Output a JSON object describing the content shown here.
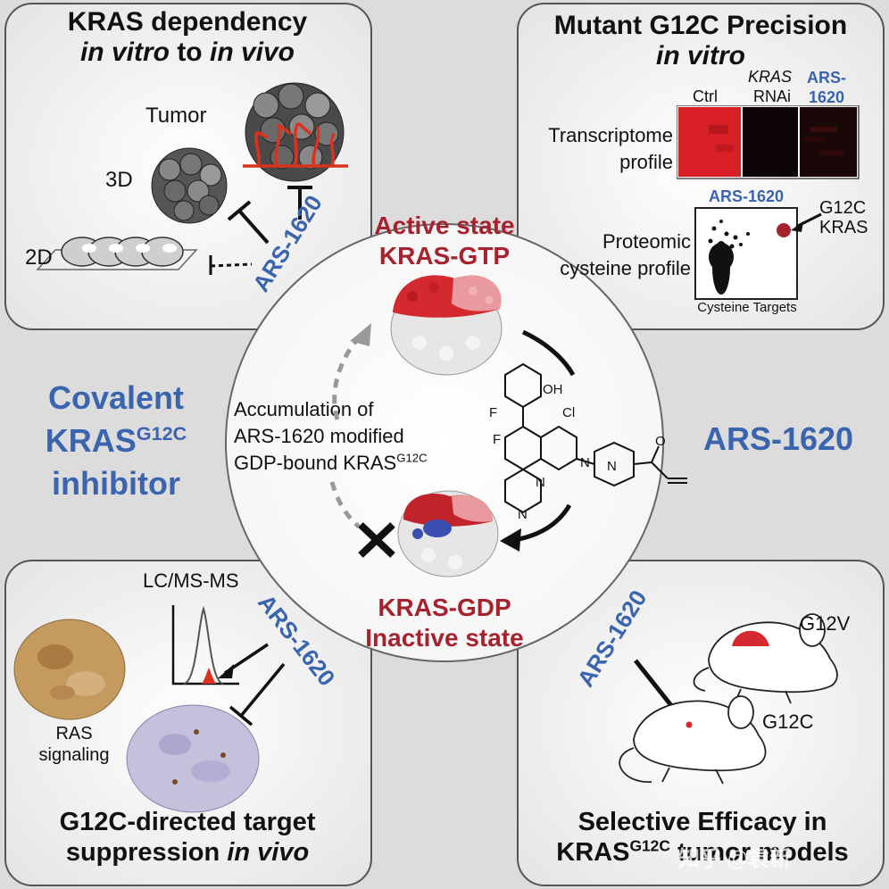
{
  "colors": {
    "blue": "#3a64ad",
    "dark_red": "#a5232f",
    "heat_red": "#d91f26",
    "panel_gray": "#ebebeb"
  },
  "top_left": {
    "title_line1": "KRAS dependency",
    "title_line2_a": "in vitro",
    "title_line2_b": " to ",
    "title_line2_c": "in vivo",
    "tumor_label": "Tumor",
    "label_3d": "3D",
    "label_2d": "2D",
    "drug": "ARS-1620"
  },
  "top_right": {
    "title_line1": "Mutant G12C Precision",
    "title_line2": "in vitro",
    "col_ctrl": "Ctrl",
    "col_kras": "KRAS",
    "col_rnai": "RNAi",
    "col_ars_1": "ARS-",
    "col_ars_2": "1620",
    "transcriptome_1": "Transcriptome",
    "transcriptome_2": "profile",
    "plot_title": "ARS-1620",
    "proteomic_1": "Proteomic",
    "proteomic_2": "cysteine profile",
    "g12c_1": "G12C",
    "g12c_2": "KRAS",
    "xlabel": "Cysteine Targets"
  },
  "center": {
    "active_1": "Active state",
    "active_2": "KRAS-GTP",
    "inactive_1": "KRAS-GDP",
    "inactive_2": "Inactive state",
    "accum_1": "Accumulation of",
    "accum_2": "ARS-1620 modified",
    "accum_3": "GDP-bound KRAS",
    "accum_3_sup": "G12C",
    "chem_oh": "OH",
    "chem_cl": "Cl",
    "chem_f1": "F",
    "chem_f2": "F",
    "chem_n1": "N",
    "chem_n2": "N",
    "chem_n3": "N",
    "chem_n4": "N",
    "chem_o": "O"
  },
  "left_side": {
    "line1": "Covalent",
    "line2": "KRAS",
    "line2_sup": "G12C",
    "line3": "inhibitor"
  },
  "right_side": {
    "label": "ARS-1620"
  },
  "bottom_left": {
    "lcms": "LC/MS-MS",
    "drug": "ARS-1620",
    "ras_1": "RAS",
    "ras_2": "signaling",
    "title_line1": "G12C-directed target",
    "title_line2_a": "suppression ",
    "title_line2_b": "in vivo"
  },
  "bottom_right": {
    "drug": "ARS-1620",
    "g12v": "G12V",
    "g12c": "G12C",
    "title_line1": "Selective Efficacy in",
    "title_line2_a": "KRAS",
    "title_line2_sup": "G12C",
    "title_line2_b": " tumor models",
    "watermark": "知乎 @袁新"
  }
}
